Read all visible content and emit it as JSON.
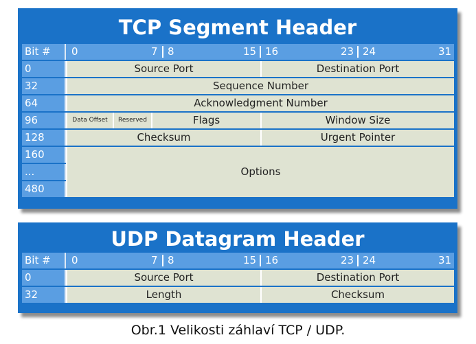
{
  "tcp": {
    "title": "TCP Segment Header",
    "header_labels": [
      "Bit #",
      "0",
      "7",
      "8",
      "15",
      "16",
      "23",
      "24",
      "31"
    ],
    "rows": {
      "r0": {
        "bit": "0",
        "source_port": "Source Port",
        "destination_port": "Destination Port"
      },
      "r32": {
        "bit": "32",
        "sequence": "Sequence Number"
      },
      "r64": {
        "bit": "64",
        "ack": "Acknowledgment Number"
      },
      "r96": {
        "bit": "96",
        "data_offset": "Data Offset",
        "reserved": "Reserved",
        "flags": "Flags",
        "window": "Window Size"
      },
      "r128": {
        "bit": "128",
        "checksum": "Checksum",
        "urgent": "Urgent Pointer"
      },
      "r160": {
        "bit": "160"
      },
      "rdots": {
        "bit": "..."
      },
      "r480": {
        "bit": "480"
      },
      "options": "Options"
    }
  },
  "udp": {
    "title": "UDP Datagram Header",
    "header_labels": [
      "Bit #",
      "0",
      "7",
      "8",
      "15",
      "16",
      "23",
      "24",
      "31"
    ],
    "rows": {
      "r0": {
        "bit": "0",
        "source_port": "Source Port",
        "destination_port": "Destination Port"
      },
      "r32": {
        "bit": "32",
        "length": "Length",
        "checksum": "Checksum"
      }
    }
  },
  "caption": "Obr.1 Velikosti záhlaví TCP / UDP."
}
